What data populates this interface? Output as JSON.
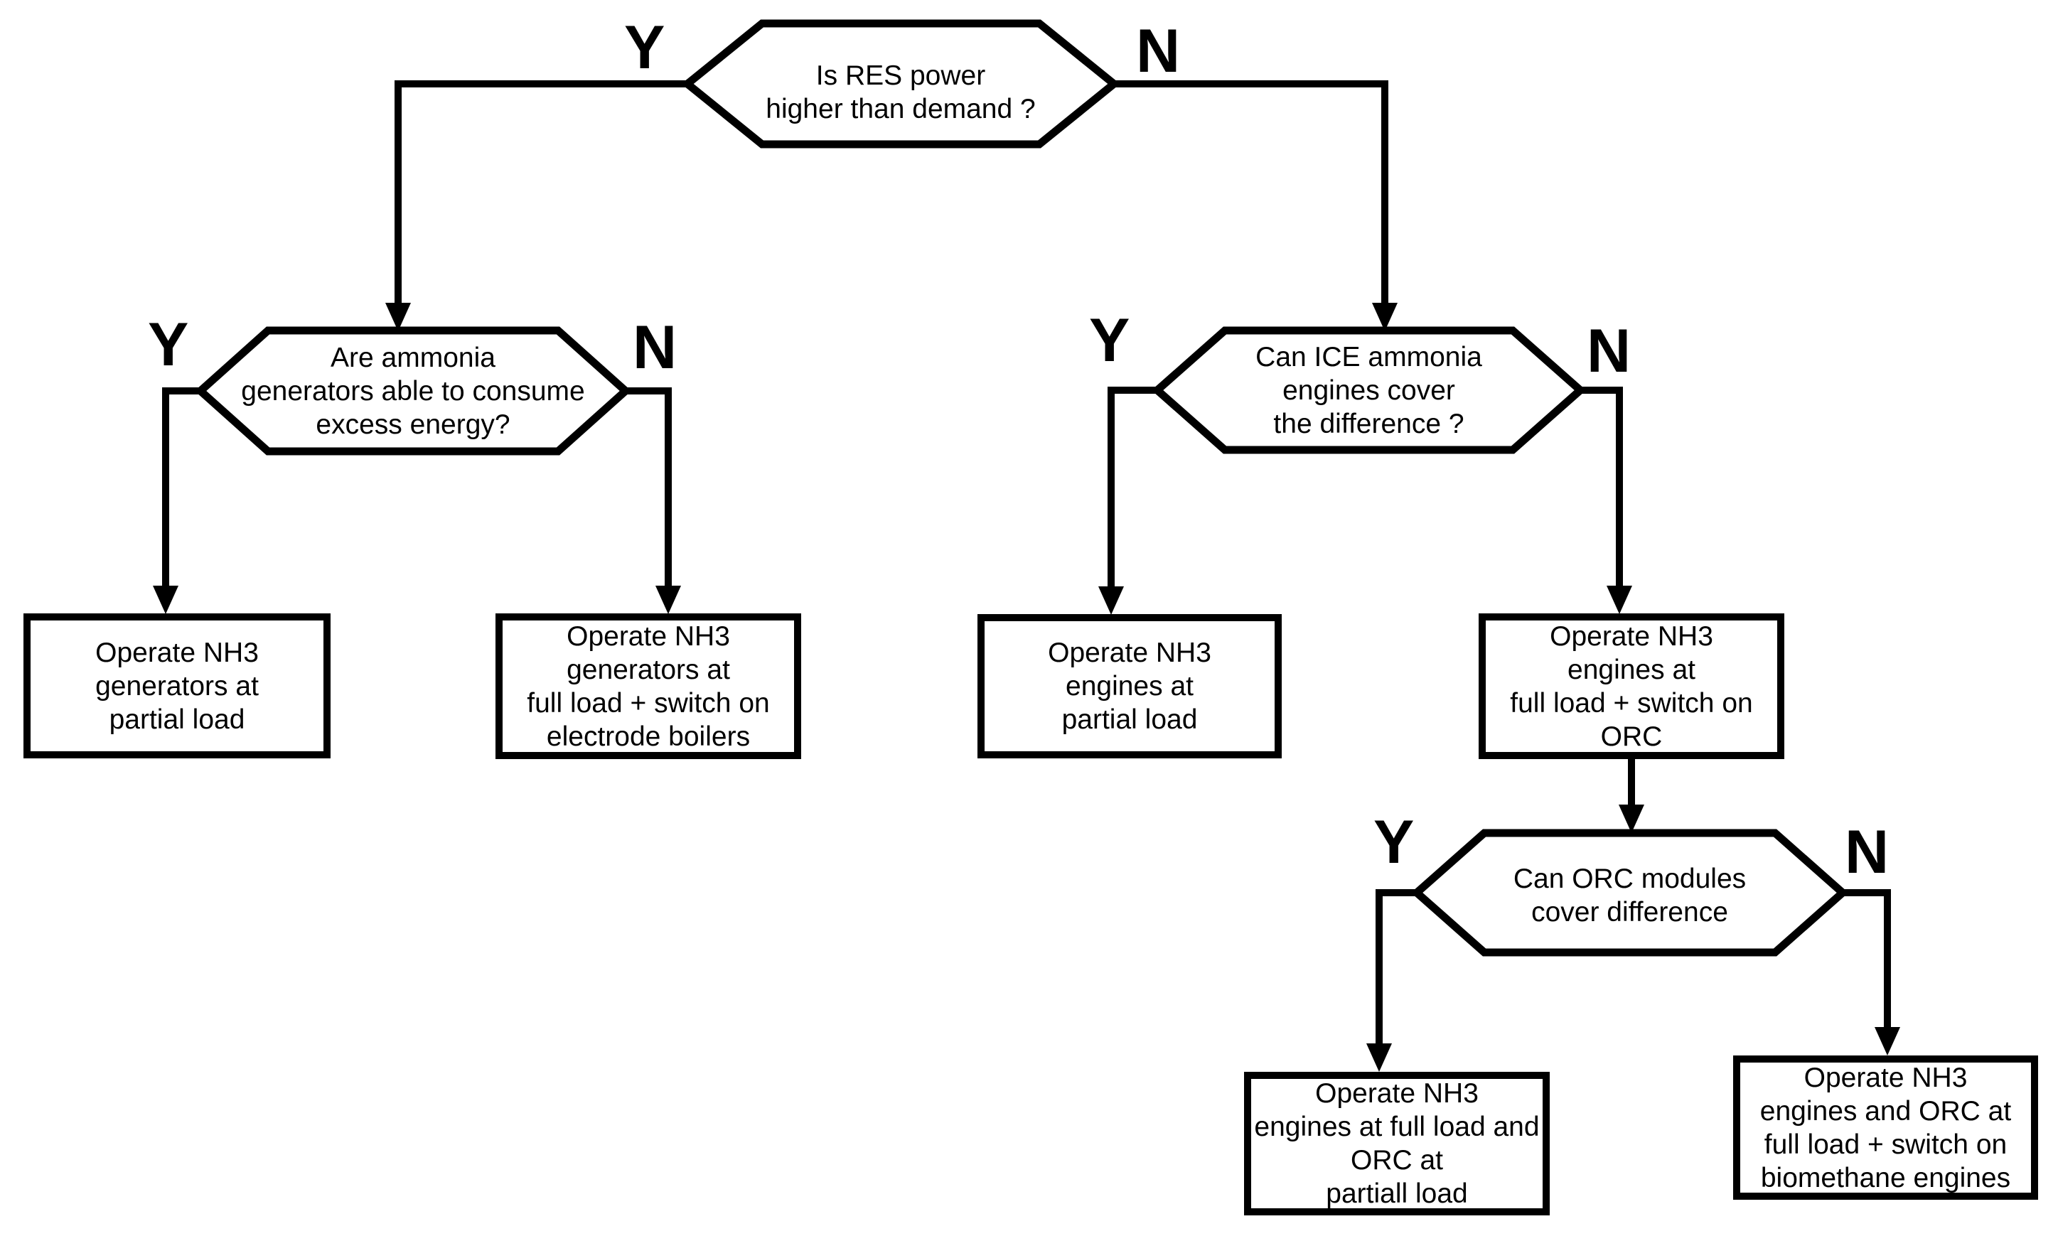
{
  "diagram": {
    "colors": {
      "line": "#000000",
      "background": "#ffffff",
      "text": "#000000"
    },
    "decisions": {
      "d1": {
        "lines": [
          "Is RES power",
          "higher than demand ?"
        ],
        "yes": "Y",
        "no": "N"
      },
      "d2": {
        "lines": [
          "Are ammonia",
          "generators able to consume",
          "excess energy?"
        ],
        "yes": "Y",
        "no": "N"
      },
      "d3": {
        "lines": [
          "Can ICE ammonia",
          "engines cover",
          "the difference ?"
        ],
        "yes": "Y",
        "no": "N"
      },
      "d4": {
        "lines": [
          "Can ORC modules",
          "cover difference"
        ],
        "yes": "Y",
        "no": "N"
      }
    },
    "actions": {
      "a1": {
        "lines": [
          "Operate NH3",
          "generators at",
          "partial load"
        ]
      },
      "a2": {
        "lines": [
          "Operate NH3",
          "generators at",
          "full load + switch on",
          "electrode boilers"
        ]
      },
      "a3": {
        "lines": [
          "Operate NH3",
          "engines at",
          "partial load"
        ]
      },
      "a4": {
        "lines": [
          "Operate NH3",
          "engines at",
          "full load + switch on",
          "ORC"
        ]
      },
      "a5": {
        "lines": [
          "Operate NH3",
          "engines at full load and",
          "ORC at",
          "partiall load"
        ]
      },
      "a6": {
        "lines": [
          "Operate NH3",
          "engines and ORC at",
          "full load + switch on",
          "biomethane engines"
        ]
      }
    }
  }
}
